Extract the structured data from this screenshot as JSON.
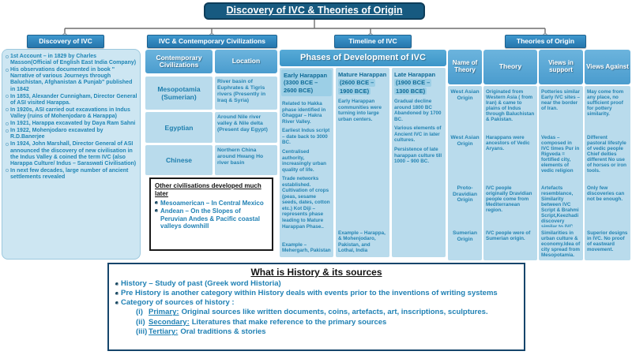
{
  "palette": {
    "title_bg": "#175a80",
    "header_bg": "#2d86c0",
    "table_header_bg": "#54a5d4",
    "cell_bg": "#b9dbec",
    "text_teal": "#2484b3",
    "connector_gray": "#6f6f6f"
  },
  "title": "Discovery of IVC & Theories of Origin",
  "discovery": {
    "header": "Discovery of IVC",
    "bullets": [
      "1st Account – in 1829 by Charles Masson(Official of English East India Company)",
      "His observations documented in book \" Narrative of various Journeys through Baluchistan, Afghanistan & Punjab\" published in 1842",
      "In 1853, Alexander Cunnigham, Director General of ASI visited Harappa.",
      "In 1920s, ASI carried out excavations in Indus Valley (ruins of Mohenjodaro & Harappa)",
      "In 1921, Harappa excavated by Daya Ram Sahni",
      "In 1922, Mohenjodaro excavated by R.D.Banerjee",
      "In 1924, John Marshall, Director General of ASI announced the discovery of new civilisation in the Indus Valley & coined the term IVC (also Harappa Culture/ Indus – Saraswati Civilisation)",
      "In next few decades, large number of ancient settlements revealed"
    ]
  },
  "contemporary": {
    "header": "IVC & Contemporary Civilizations",
    "col1_header": "Contemporary Civilizations",
    "col2_header": "Location",
    "rows": [
      {
        "civ": "Mesopotamia (Sumerian)",
        "location": "River basin of Euphrates & Tigris rivers (Presently in Iraq & Syria)"
      },
      {
        "civ": "Egyptian",
        "location": "Around Nile river valley & Nile delta (Present day Egypt)"
      },
      {
        "civ": "Chinese",
        "location": "Northern China around Hwang Ho river basin"
      }
    ],
    "other_box": {
      "title": "Other civilisations developed much later",
      "bullets": [
        "Mesoamerican – In Central Mexico",
        "Andean – On the Slopes of Peruvian  Andes & Pacific coastal valleys downhill"
      ]
    }
  },
  "timeline": {
    "header": "Timeline of IVC",
    "banner": "Phases of Development of IVC",
    "early": {
      "name": "Early Harappan",
      "range": "(3300 BCE – 2600 BCE)",
      "p1": "Related to Hakka phase identified in Ghaggar – Hakra River Valley.",
      "p2": "Earliest Indus script – date back to 3000 BC.",
      "p3": "Centralised authority, increasingly urban quality of life.",
      "p4": "Trade networks established. Cultivation of crops (peas, sesame seeds, dates, cotton etc.) Kot Diji – represents phase leading to Mature Harappan Phase..",
      "example": "Example – Mehergarh, Pakistan"
    },
    "mature": {
      "name": "Mature Harappan",
      "range1": "(2600 BCE –",
      "range2": "1900 BCE)",
      "p1": "Early Harappan communities were turning into large urban centers.",
      "example": "Example – Harappa, & Mohenjodaro, Pakistan, and  Lothal, India"
    },
    "late": {
      "name": "Late Harappan",
      "range1": "(1900 BCE –",
      "range2": "1300 BCE)",
      "p1": "Gradual decline around 1800 BC Abandoned by 1700 BC.",
      "p2": "Various elements of Ancient IVC in later cultures.",
      "p3": "Persistence of late harappan culture till 1000 – 900 BC."
    }
  },
  "theories": {
    "header": "Theories of Origin",
    "columns": {
      "name": "Name of Theory",
      "theory": "Theory",
      "support": "Views in support",
      "against": "Views Against"
    },
    "rows": [
      {
        "name": "West Asian Origin",
        "theory": "Originated from Western Asia ( from Iran) & came to plains of Indus through Baluchistan & Pakistan.",
        "support": "Potteries similar Early IVC sites – near the border of Iran.",
        "against": "May come from any place, no sufficient proof for pottery similarity."
      },
      {
        "name": "West Asian Origin",
        "theory": "Harappans were ancestors of Vedic Aryans.",
        "support": "Vedas – composed in IVC times Pur in Rigveda = fortified city, elements of vedic religion",
        "against": "Different pastoral lifestyle of vedic people Chief deities different No use of horses or iron tools."
      },
      {
        "name": "Proto-Dravidian Origin",
        "theory": "IVC people originally Dravidian people come from Mediterranean region.",
        "support": "Artefacts resemblance, Similarity between IVC Script & Brahmi Script,Keezhadi discovery similar to IVC settlements.",
        "against": "Only few discoveries can not be enough."
      },
      {
        "name": "Sumerian Origin",
        "theory": "IVC people were of Sumerian origin.",
        "support": "Similarities in urban culture & economy.Idea of city spread from Mesopotamia.",
        "against": "Superior designs in IVC. No proof of eastward movement."
      }
    ]
  },
  "history": {
    "title": "What is History & its sources",
    "bullets": [
      "History – Study of past (Greek word Historia)",
      "Pre History is another category within History deals with events prior to the inventions of writing systems",
      "Category of sources of history :"
    ],
    "numbered": [
      {
        "prefix": "(i)",
        "label": "Primary:",
        "text": "Original sources like written documents, coins, artefacts, art, inscriptions, sculptures."
      },
      {
        "prefix": "(ii)",
        "label": "Secondary:",
        "text": "Literatures that make reference to the primary sources"
      },
      {
        "prefix": "(iii)",
        "label": "Tertiary:",
        "text": "Oral traditions & stories"
      }
    ]
  }
}
